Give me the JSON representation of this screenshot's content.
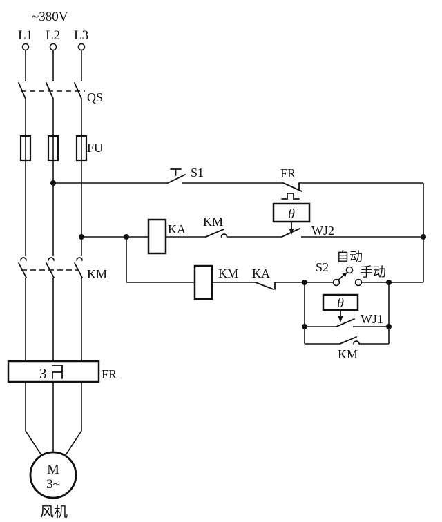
{
  "diagram": {
    "kind": "fan-motor-auto-manual-control-circuit",
    "labels": {
      "supply": "~380V",
      "phases": [
        "L1",
        "L2",
        "L3"
      ],
      "qs": "QS",
      "fu": "FU",
      "km_main": "KM",
      "s1": "S1",
      "fr": "FR",
      "theta": "θ",
      "wj2": "WJ2",
      "ka_coil": "KA",
      "km_no": "KM",
      "km_coil": "KM",
      "ka_no": "KA",
      "s2": "S2",
      "auto": "自动",
      "manual": "手动",
      "wj1": "WJ1",
      "km_aux": "KM",
      "fr_poles": "3",
      "fr_main": "FR",
      "motor_m": "M",
      "motor_ph": "3~",
      "motor_name": "风机"
    }
  }
}
